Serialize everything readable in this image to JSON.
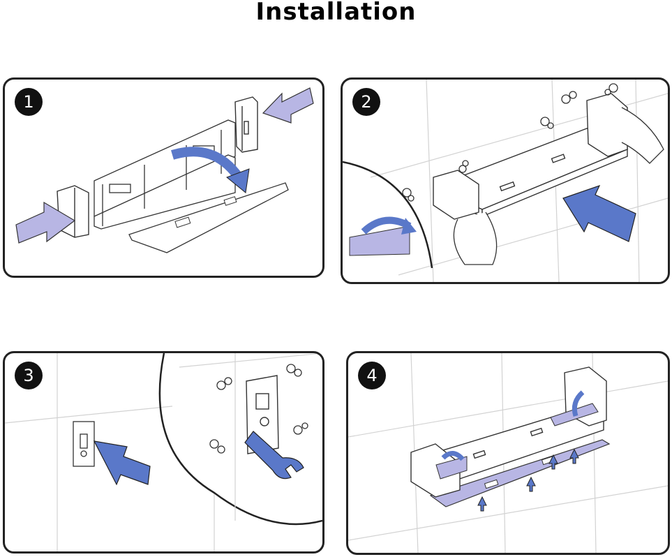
{
  "title": "Installation",
  "steps": [
    {
      "number": "1"
    },
    {
      "number": "2"
    },
    {
      "number": "3"
    },
    {
      "number": "4"
    }
  ],
  "colors": {
    "arrow_fill": "#b8b6e4",
    "arrow_dark": "#5a78c9",
    "outline": "#222222",
    "tile_line": "#d0d0d0"
  }
}
